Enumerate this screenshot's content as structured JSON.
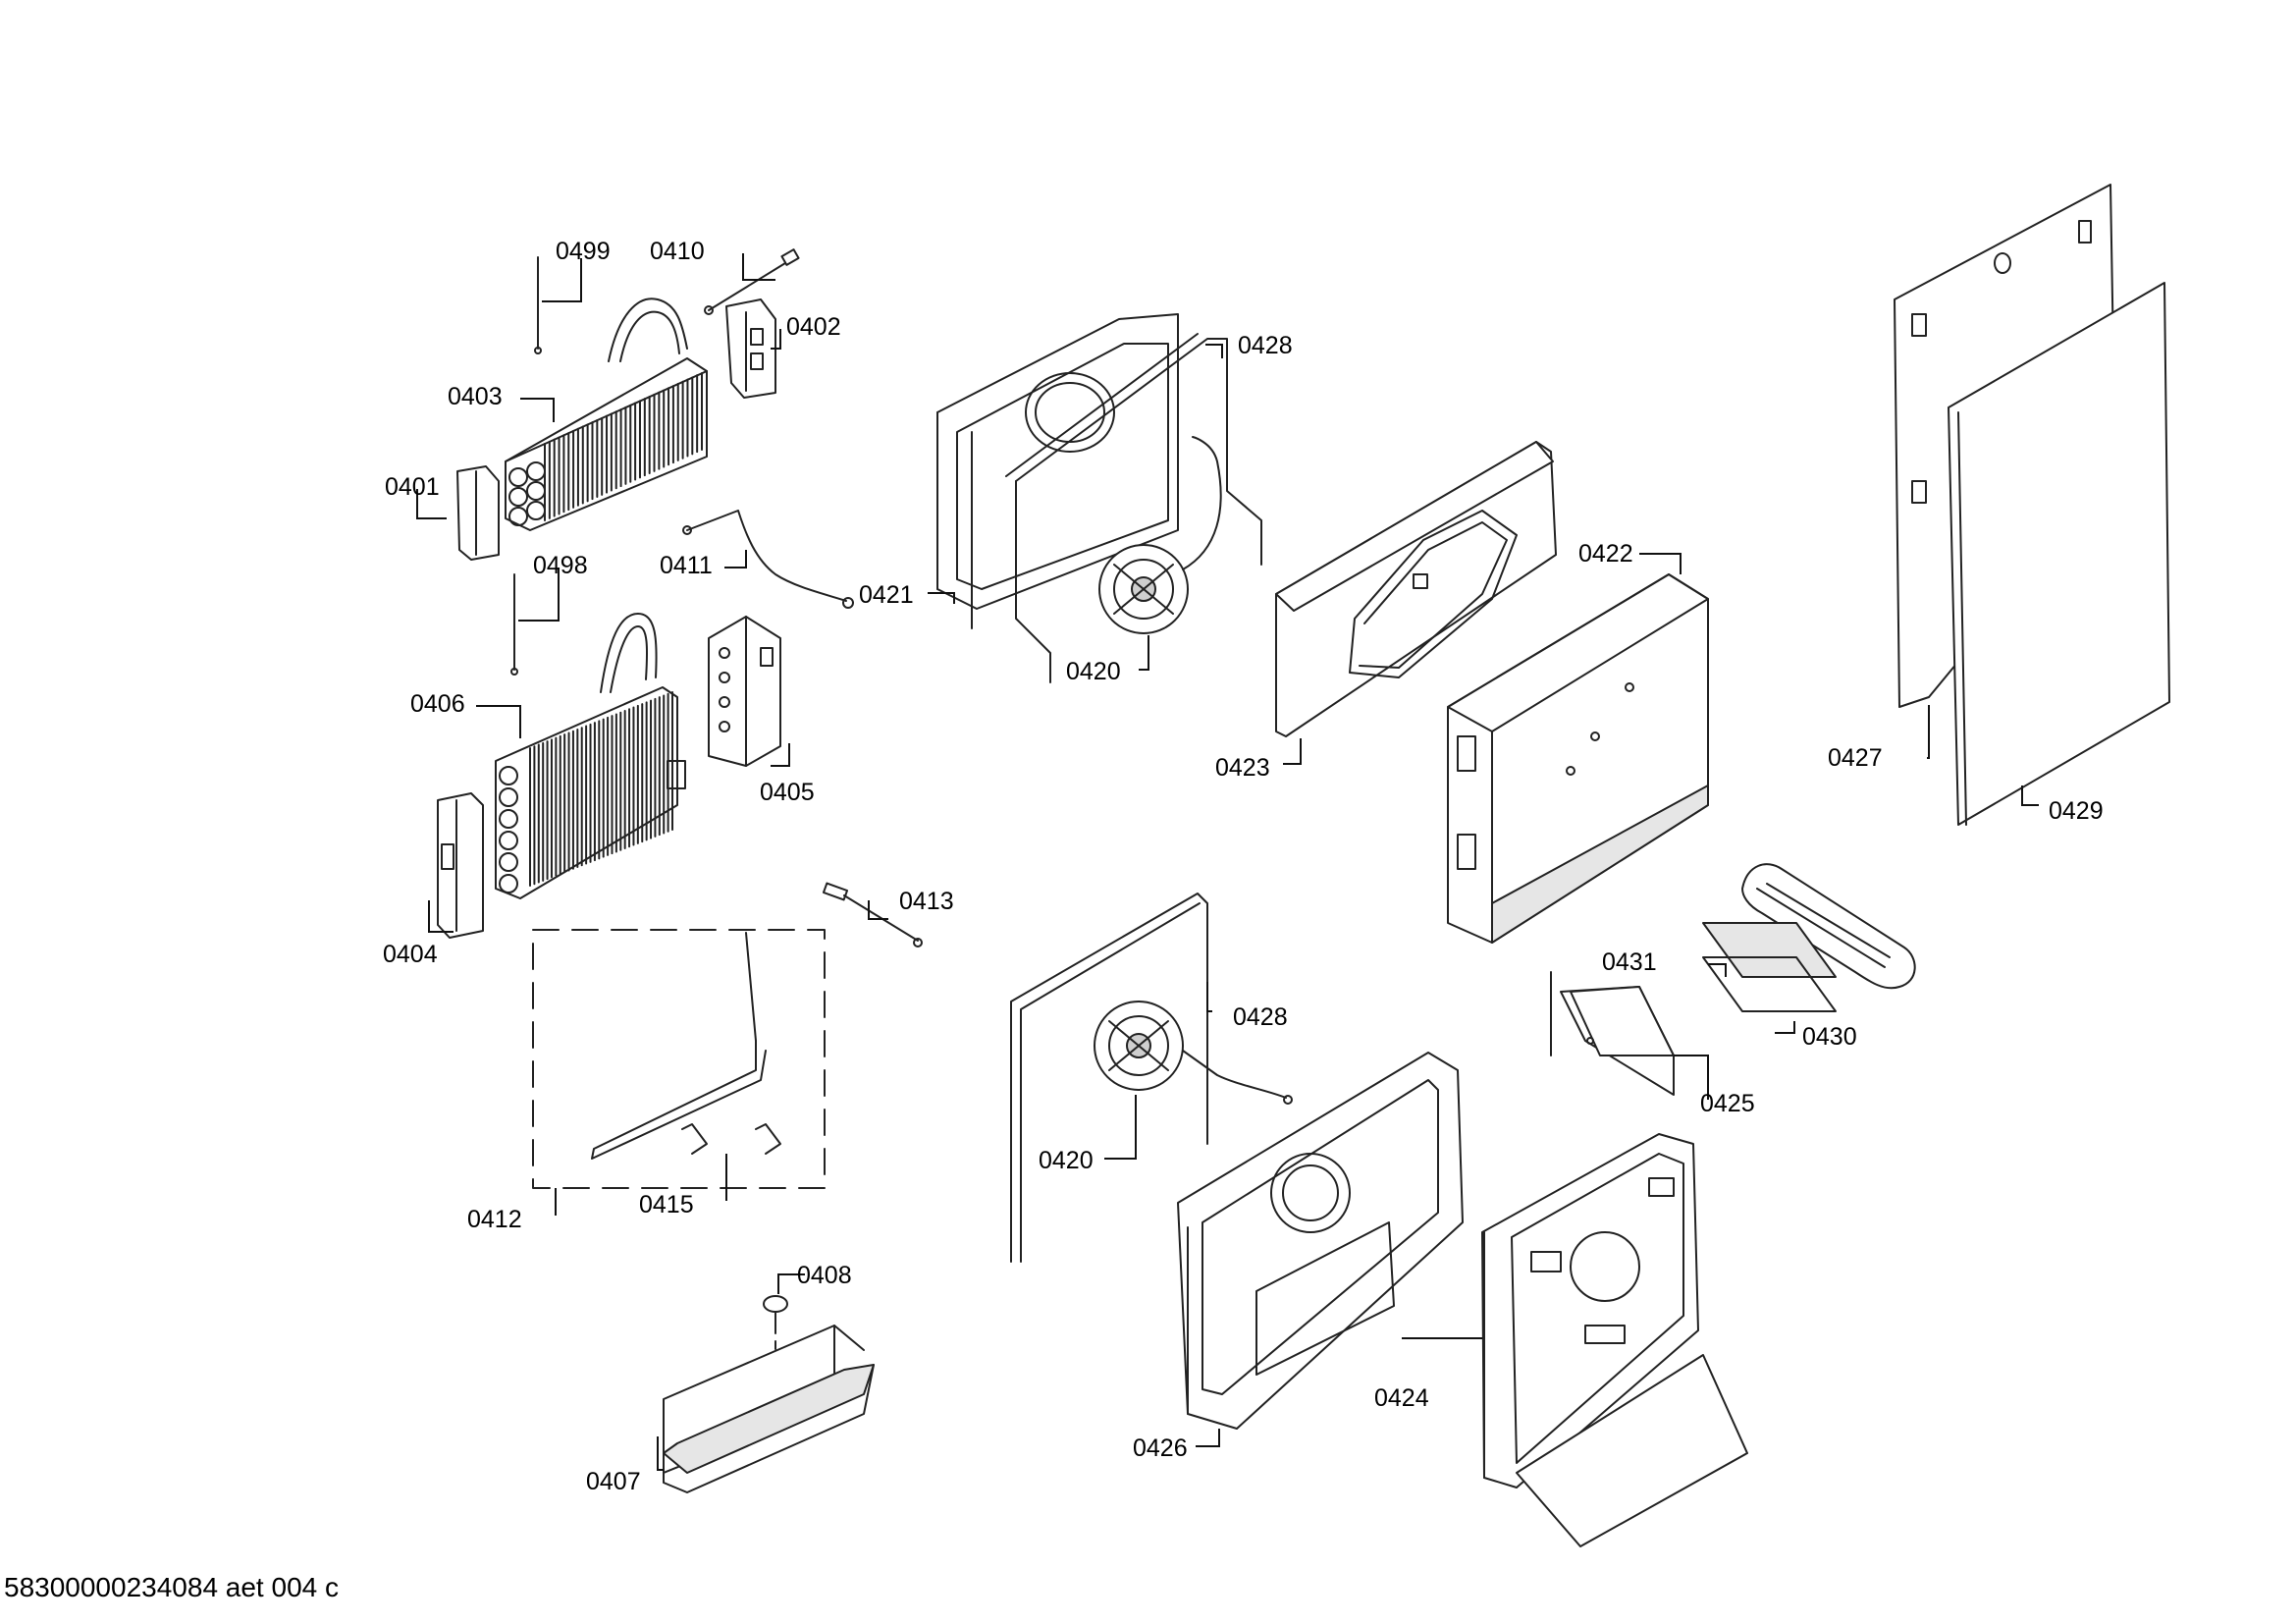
{
  "labels": {
    "p0499": "0499",
    "p0410": "0410",
    "p0402": "0402",
    "p0403": "0403",
    "p0401": "0401",
    "p0498": "0498",
    "p0411": "0411",
    "p0406": "0406",
    "p0405": "0405",
    "p0404": "0404",
    "p0413": "0413",
    "p0412": "0412",
    "p0415": "0415",
    "p0408": "0408",
    "p0407": "0407",
    "p0428a": "0428",
    "p0421": "0421",
    "p0420a": "0420",
    "p0423": "0423",
    "p0422": "0422",
    "p0428b": "0428",
    "p0420b": "0420",
    "p0426": "0426",
    "p0424": "0424",
    "p0425": "0425",
    "p0431": "0431",
    "p0430": "0430",
    "p0427": "0427",
    "p0429": "0429"
  },
  "footer": "58300000234084 aet 004 c"
}
